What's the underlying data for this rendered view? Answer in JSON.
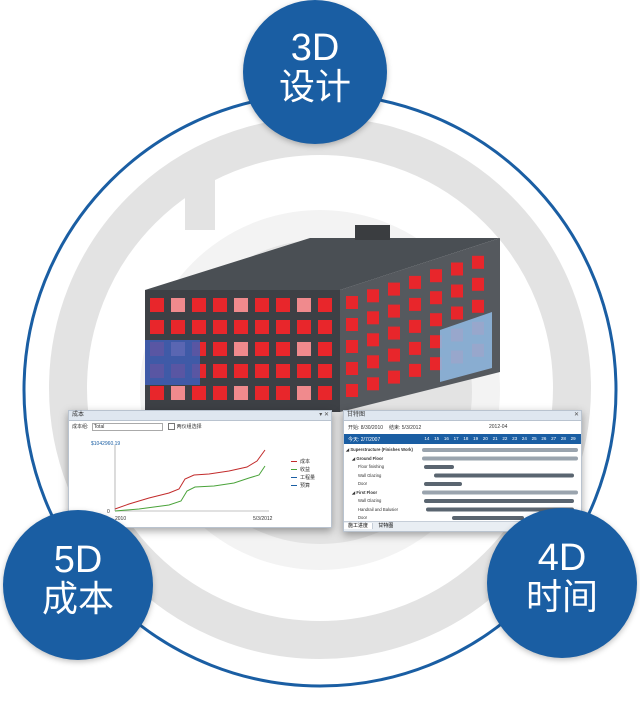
{
  "nodes": {
    "design": {
      "line1": "3D",
      "line2": "设计"
    },
    "cost": {
      "line1": "5D",
      "line2": "成本"
    },
    "time": {
      "line1": "4D",
      "line2": "时间"
    }
  },
  "colors": {
    "node_blue": "#1a5ea3",
    "ring": "#1a5ea3",
    "inner_ring": "#e4e4e4",
    "building_red": "#e8262b",
    "building_dark": "#3a3d40"
  },
  "cost_panel": {
    "title": "成本",
    "filter_label": "成本组:",
    "filter_value": "Total",
    "checkbox_label": "两仪组选择",
    "y_max_label": "$1042960.19",
    "y_min_label": "0",
    "x_start_label": "2010",
    "x_end_label": "5/3/2012",
    "legend": [
      "成本",
      "收益",
      "工程量",
      "预算"
    ],
    "series_colors": [
      "#c22b2b",
      "#4aa33a"
    ]
  },
  "time_panel": {
    "title": "甘特图",
    "start_label": "开始: 8/30/2010",
    "end_label": "结束: 5/3/2012",
    "today_label": "今天: 2/7/2007",
    "month_label": "2012-04",
    "days": [
      "14",
      "15",
      "16",
      "17",
      "18",
      "19",
      "20",
      "21",
      "22",
      "23",
      "24",
      "25",
      "26",
      "27",
      "28",
      "29"
    ],
    "tasks": [
      "Superstructure (Finishes Work)",
      "Ground Floor",
      "Floor finishing",
      "Wall Glazing",
      "Door",
      "First Floor",
      "Wall Glazing",
      "Handrail and Balusier",
      "Door"
    ],
    "tabs": [
      "施工进度",
      "甘特图"
    ]
  }
}
